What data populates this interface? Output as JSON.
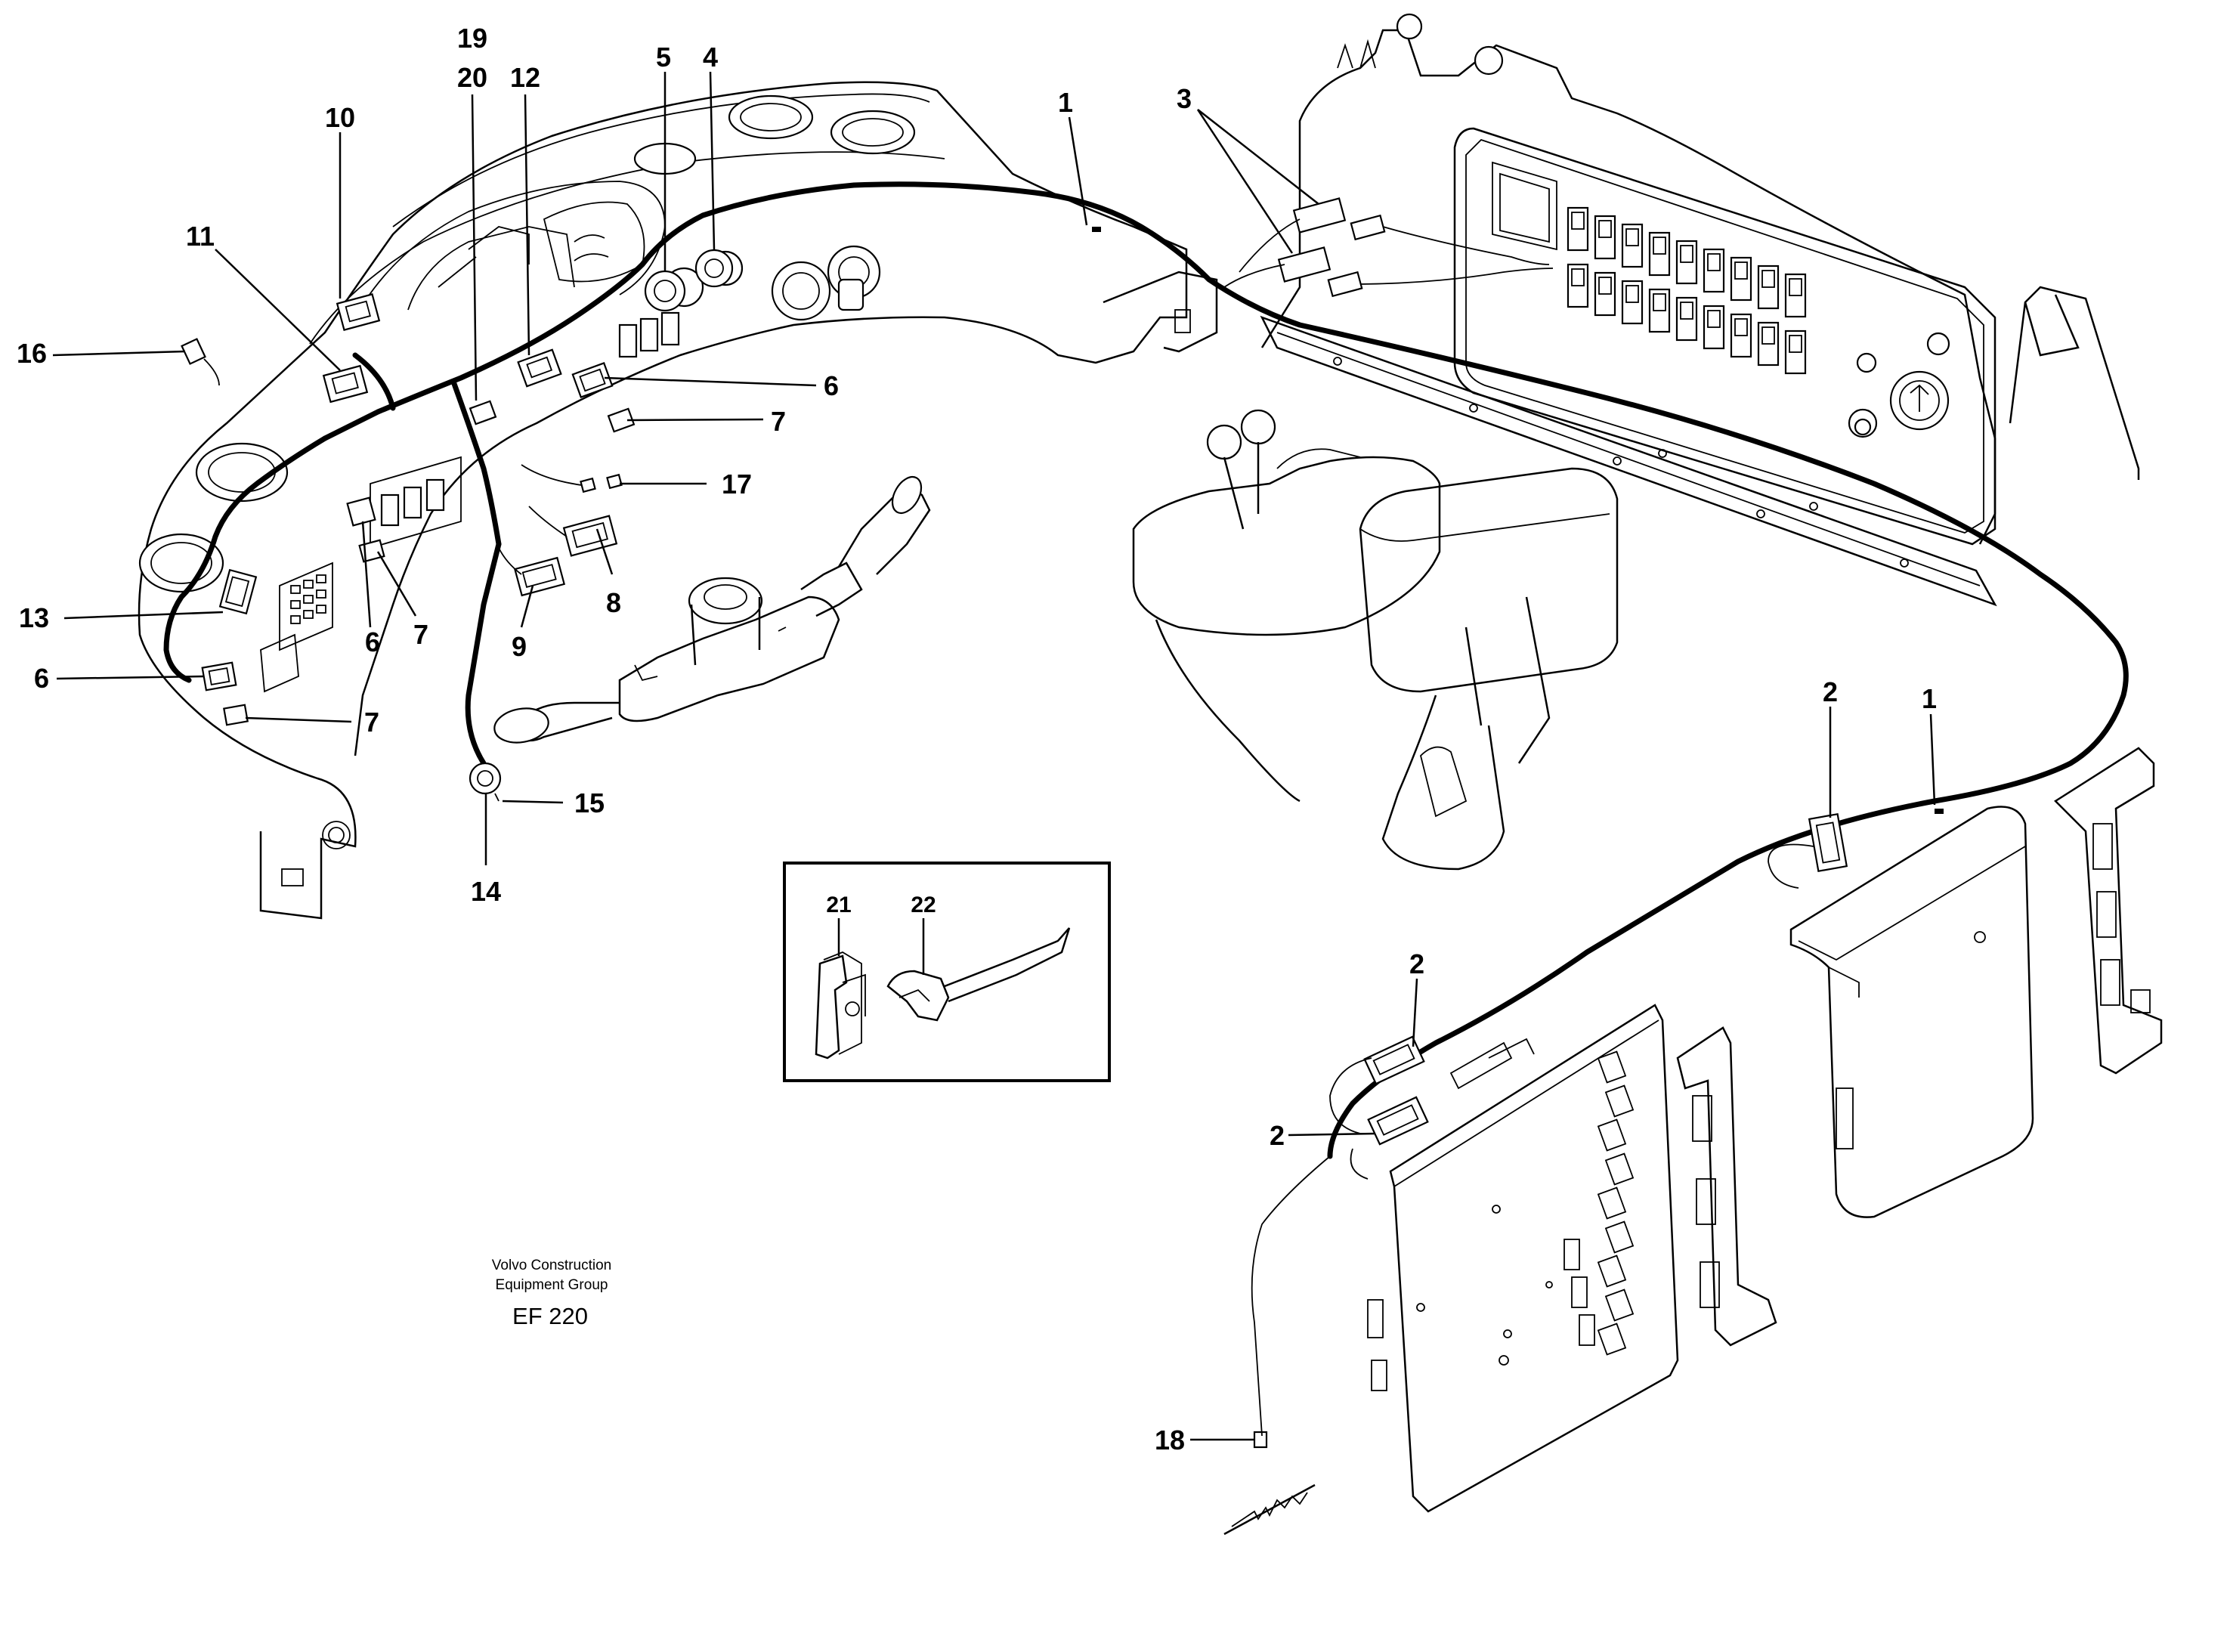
{
  "callouts": [
    {
      "id": "c1a",
      "text": "1"
    },
    {
      "id": "c1b",
      "text": "1"
    },
    {
      "id": "c2a",
      "text": "2"
    },
    {
      "id": "c2b",
      "text": "2"
    },
    {
      "id": "c2c",
      "text": "2"
    },
    {
      "id": "c3",
      "text": "3"
    },
    {
      "id": "c4",
      "text": "4"
    },
    {
      "id": "c5",
      "text": "5"
    },
    {
      "id": "c6a",
      "text": "6"
    },
    {
      "id": "c6b",
      "text": "6"
    },
    {
      "id": "c6c",
      "text": "6"
    },
    {
      "id": "c7a",
      "text": "7"
    },
    {
      "id": "c7b",
      "text": "7"
    },
    {
      "id": "c7c",
      "text": "7"
    },
    {
      "id": "c8",
      "text": "8"
    },
    {
      "id": "c9",
      "text": "9"
    },
    {
      "id": "c10",
      "text": "10"
    },
    {
      "id": "c11",
      "text": "11"
    },
    {
      "id": "c12",
      "text": "12"
    },
    {
      "id": "c13",
      "text": "13"
    },
    {
      "id": "c14",
      "text": "14"
    },
    {
      "id": "c15",
      "text": "15"
    },
    {
      "id": "c16",
      "text": "16"
    },
    {
      "id": "c17",
      "text": "17"
    },
    {
      "id": "c18",
      "text": "18"
    },
    {
      "id": "c19",
      "text": "19"
    },
    {
      "id": "c20",
      "text": "20"
    },
    {
      "id": "c21",
      "text": "21"
    },
    {
      "id": "c22",
      "text": "22"
    }
  ],
  "credit": {
    "line1": "Volvo Construction",
    "line2": "Equipment Group",
    "code": "EF 220"
  },
  "colors": {
    "ink": "#000000",
    "paper": "#ffffff"
  }
}
